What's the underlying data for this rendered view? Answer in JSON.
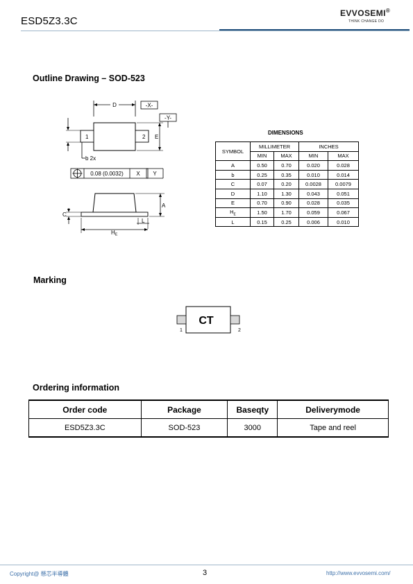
{
  "header": {
    "title": "ESD5Z3.3C",
    "brand": "EVVOSEMI",
    "brand_mark": "®",
    "tagline": "THINK CHANGE DO"
  },
  "outline": {
    "title": "Outline Drawing – SOD-523",
    "labels": {
      "D": "D",
      "X": "-X-",
      "Y": "-Y-",
      "pin1": "1",
      "pin2": "2",
      "E": "E",
      "b2x": "b 2x",
      "tolerance": "0.08 (0.0032)",
      "ref_x": "X",
      "ref_y": "Y",
      "A": "A",
      "C": "C",
      "HE": "H",
      "HE_sub": "E",
      "L": "L"
    }
  },
  "dimensions": {
    "title": "DIMENSIONS",
    "symbol_header": "SYMBOL",
    "group_headers": [
      "MILLIMETER",
      "INCHES"
    ],
    "sub_headers": [
      "MIN",
      "MAX",
      "MIN",
      "MAX"
    ],
    "rows": [
      {
        "symbol": "A",
        "values": [
          "0.50",
          "0.70",
          "0.020",
          "0.028"
        ]
      },
      {
        "symbol": "b",
        "values": [
          "0.25",
          "0.35",
          "0.010",
          "0.014"
        ]
      },
      {
        "symbol": "C",
        "values": [
          "0.07",
          "0.20",
          "0.0028",
          "0.0079"
        ]
      },
      {
        "symbol": "D",
        "values": [
          "1.10",
          "1.30",
          "0.043",
          "0.051"
        ]
      },
      {
        "symbol": "E",
        "values": [
          "0.70",
          "0.90",
          "0.028",
          "0.035"
        ]
      },
      {
        "symbol": "HE",
        "values": [
          "1.50",
          "1.70",
          "0.059",
          "0.067"
        ]
      },
      {
        "symbol": "L",
        "values": [
          "0.15",
          "0.25",
          "0.006",
          "0.010"
        ]
      }
    ]
  },
  "marking": {
    "title": "Marking",
    "code": "CT",
    "pin1": "1",
    "pin2": "2"
  },
  "ordering": {
    "title": "Ordering information",
    "headers": [
      "Order code",
      "Package",
      "Baseqty",
      "Deliverymode"
    ],
    "rows": [
      [
        "ESD5Z3.3C",
        "SOD-523",
        "3000",
        "Tape and reel"
      ]
    ]
  },
  "footer": {
    "copyright": "Copyright@ 懸芯半導體",
    "page": "3",
    "url": "http://www.evvosemi.com/"
  }
}
